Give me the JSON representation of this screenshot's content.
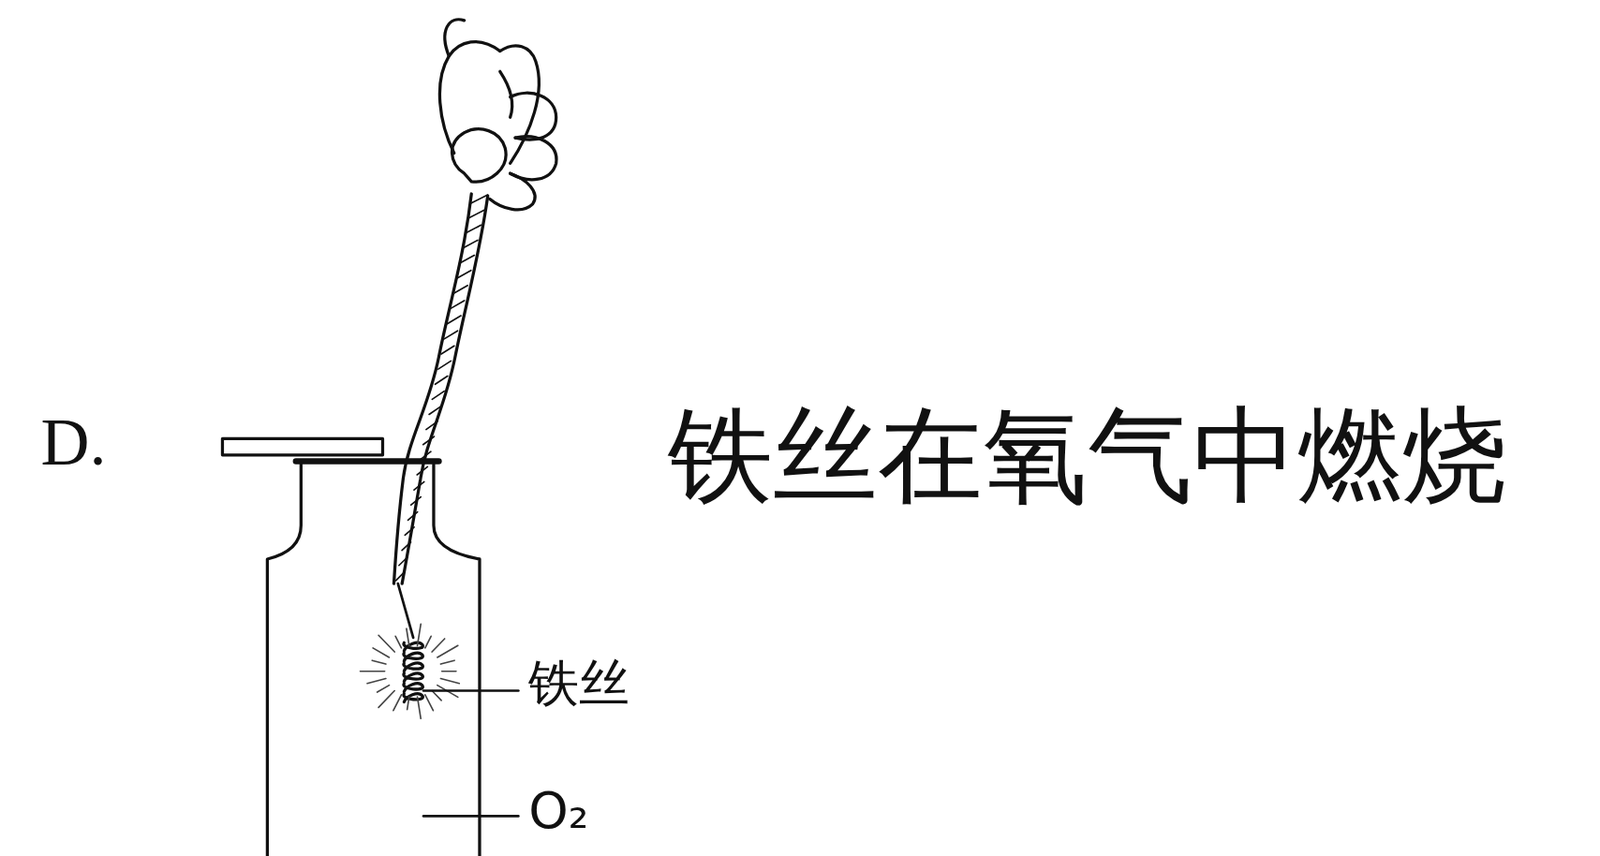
{
  "diagram": {
    "labels": [
      "D.",
      "铁丝在氧气中燃烧",
      "铁丝",
      "O₂"
    ]
  }
}
